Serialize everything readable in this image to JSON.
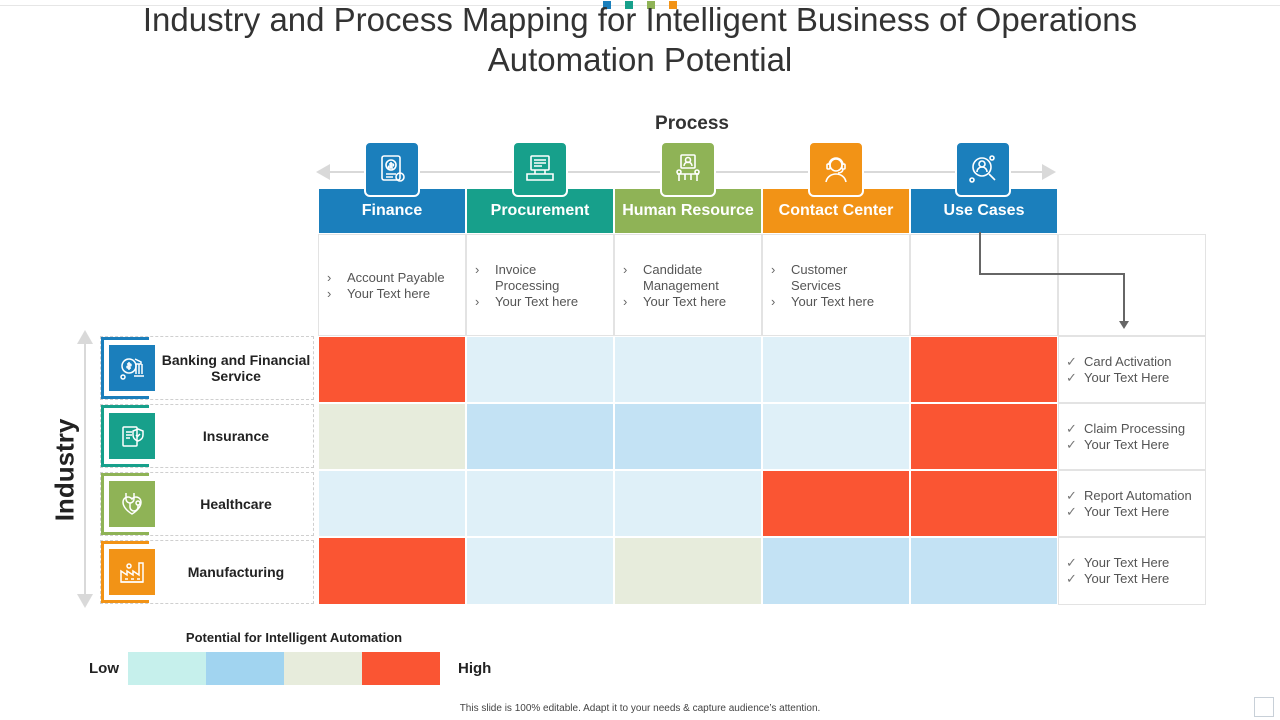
{
  "title": "Industry and Process Mapping for Intelligent Business of Operations Automation Potential",
  "process_label": "Process",
  "industry_label": "Industry",
  "colors": {
    "finance": "#1b7fbc",
    "procurement": "#17a08b",
    "human_resource": "#8fb356",
    "contact_center": "#f29316",
    "use_cases": "#1b7fbc",
    "level_1": "#c6f0ec",
    "level_2": "#a1d4f0",
    "level_3": "#e7ecdc",
    "level_4": "#fa5533",
    "cell_light_blue": "#dff0f8",
    "cell_mid_blue": "#c3e2f4"
  },
  "processes": [
    {
      "label": "Finance",
      "icon": "finance-document-icon",
      "bullets": [
        "Account Payable",
        "Your Text here"
      ]
    },
    {
      "label": "Procurement",
      "icon": "procurement-computer-icon",
      "bullets": [
        "Invoice Processing",
        "Your Text here"
      ]
    },
    {
      "label": "Human Resource",
      "icon": "human-resource-meeting-icon",
      "bullets": [
        "Candidate Management",
        "Your Text here"
      ]
    },
    {
      "label": "Contact Center",
      "icon": "contact-center-agent-icon",
      "bullets": [
        "Customer Services",
        "Your Text here"
      ]
    },
    {
      "label": "Use Cases",
      "icon": "use-cases-network-icon",
      "bullets": []
    }
  ],
  "industries": [
    {
      "label": "Banking and Financial Service",
      "icon": "bank-building-icon",
      "use_cases": [
        "Card Activation",
        "Your Text Here"
      ]
    },
    {
      "label": "Insurance",
      "icon": "insurance-shield-icon",
      "use_cases": [
        "Claim Processing",
        "Your Text Here"
      ]
    },
    {
      "label": "Healthcare",
      "icon": "stethoscope-heart-icon",
      "use_cases": [
        "Report Automation",
        "Your Text Here"
      ]
    },
    {
      "label": "Manufacturing",
      "icon": "factory-icon",
      "use_cases": [
        "Your Text Here",
        "Your Text Here"
      ]
    }
  ],
  "matrix": [
    [
      "high",
      "light",
      "light",
      "light",
      "high"
    ],
    [
      "beige",
      "mid",
      "mid",
      "light",
      "high"
    ],
    [
      "light",
      "light",
      "light",
      "high",
      "high"
    ],
    [
      "high",
      "light",
      "beige",
      "mid",
      "mid"
    ]
  ],
  "legend": {
    "title": "Potential for Intelligent Automation",
    "low": "Low",
    "high": "High"
  },
  "footer": "This slide is 100% editable.  Adapt it to your needs & capture audience’s attention."
}
